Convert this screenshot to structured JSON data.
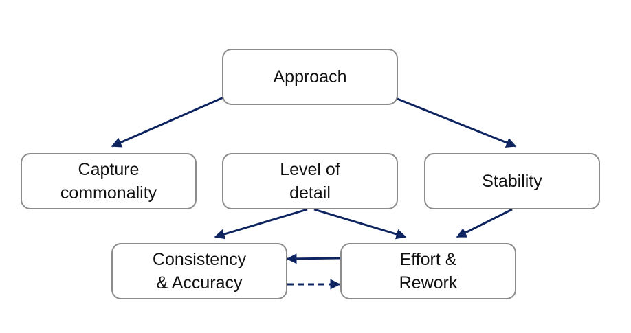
{
  "colors": {
    "arrow": "#0d2460",
    "node_border": "#8c8c8c",
    "node_text": "#111111"
  },
  "nodes": {
    "approach": {
      "lines": [
        "Approach"
      ]
    },
    "capture_commonality": {
      "lines": [
        "Capture",
        "commonality"
      ]
    },
    "level_of_detail": {
      "lines": [
        "Level of",
        "detail"
      ]
    },
    "stability": {
      "lines": [
        "Stability"
      ]
    },
    "consistency_accuracy": {
      "lines": [
        "Consistency",
        "& Accuracy"
      ]
    },
    "effort_rework": {
      "lines": [
        "Effort &",
        "Rework"
      ]
    }
  },
  "edges": [
    {
      "from": "approach",
      "to": "capture_commonality",
      "style": "solid"
    },
    {
      "from": "approach",
      "to": "stability",
      "style": "solid"
    },
    {
      "from": "level_of_detail",
      "to": "consistency_accuracy",
      "style": "solid"
    },
    {
      "from": "level_of_detail",
      "to": "effort_rework",
      "style": "solid"
    },
    {
      "from": "stability",
      "to": "effort_rework",
      "style": "solid"
    },
    {
      "from": "effort_rework",
      "to": "consistency_accuracy",
      "style": "solid"
    },
    {
      "from": "consistency_accuracy",
      "to": "effort_rework",
      "style": "dashed"
    }
  ]
}
